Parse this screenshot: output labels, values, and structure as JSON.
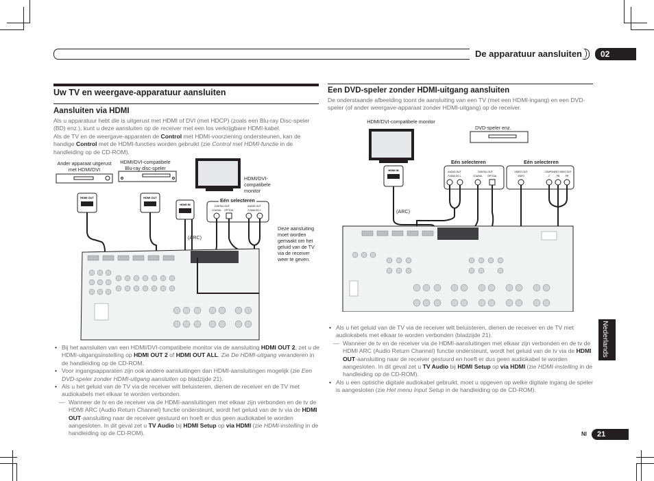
{
  "header": {
    "section_title": "De apparatuur aansluiten",
    "chapter_number": "02"
  },
  "left": {
    "title": "Uw TV en weergave-apparatuur aansluiten",
    "subtitle": "Aansluiten via HDMI",
    "intro_1": "Als u apparatuur hebt die is uitgerust met HDMI of DVI (met HDCP) (zoals een Blu-ray Disc-speler (BD) enz.), kunt u deze aansluiten op de receiver met een los verkrijgbare HDMI-kabel.",
    "intro_2a": "Als de TV en de weergave-apparaten de ",
    "intro_2b": "Control",
    "intro_2c": " met HDMI-voorziening ondersteunen, kan de handige ",
    "intro_2d": "Control",
    "intro_2e": " met de HDMI-functies worden gebruikt (zie ",
    "intro_2f": "Control met HDMI-functie",
    "intro_2g": " in de handleiding op de CD-ROM).",
    "diagram": {
      "device_1": "Ander apparaat uitgerust met HDMI/DVI",
      "device_2": "HDMI/DVI-compatibele Blu-ray disc-speler",
      "monitor": "HDMI/DVI-compatibele monitor",
      "select_one": "Eén selecteren",
      "arc": "(ARC)",
      "hdmi_out": "HDMI OUT",
      "hdmi_in": "HDMI IN",
      "digital_out": "DIGITAL OUT",
      "coaxial": "COAXIAL",
      "optical": "OPTICAL",
      "audio_out": "AUDIO OUT",
      "analog": "R ANALOG L",
      "note": "Deze aansluiting moet worden gemaakt om het geluid van de TV via de receiver weer te geven."
    },
    "bullets": {
      "b1a": "Bij het aansluiten van een HDMI/DVI-compatibele monitor via de aansluiting ",
      "b1b": "HDMI OUT 2",
      "b1c": ", zet u de HDMI-uitgangsinstelling op ",
      "b1d": "HDMI OUT 2",
      "b1e": " of ",
      "b1f": "HDMI OUT ALL",
      "b1g": ". Zie ",
      "b1h": "De HDMI-uitgang veranderen",
      "b1i": " in de handleiding op de CD-ROM.",
      "b2a": "Voor ingangsapparaten zijn ook andere aansluitingen dan HDMI-aansluitingen mogelijk (zie ",
      "b2b": "Een DVD-speler zonder HDMI-uitgang aansluiten",
      "b2c": " op bladzijde 21).",
      "b3": "Als u het geluid van de TV via de receiver wilt beluisteren, dienen de receiver en de TV met audiokabels met elkaar te worden verbonden.",
      "d_dash": "—",
      "d1": "Wanneer de tv en de receiver via de HDMI-aansluitingen met elkaar zijn verbonden en de tv de HDMI ARC (Audio Return Channel) functie ondersteunt, wordt het geluid van de tv via de ",
      "d2": "HDMI OUT",
      "d3": "-aansluiting naar de receiver gestuurd en hoeft er dus geen audiokabel te worden aangesloten. In dit geval zet u ",
      "d4": "TV Audio",
      "d5": " bij ",
      "d6": "HDMI Setup",
      "d7": " op ",
      "d8": "via HDMI",
      "d9": " (zie ",
      "d10": "HDMI-instelling",
      "d11": " in de handleiding op de CD-ROM)."
    }
  },
  "right": {
    "title": "Een DVD-speler zonder HDMI-uitgang aansluiten",
    "intro": "De onderstaande afbeelding toont de aansluiting van een TV (met een HDMI-ingang) en een DVD-speler (of ander weergave-apparaat zonder HDMI-uitgang) op de receiver.",
    "diagram": {
      "monitor": "HDMI/DVI-compatibele monitor",
      "dvd": "DVD-speler enz.",
      "select_one_a": "Eén selecteren",
      "select_one_b": "Eén selecteren",
      "arc": "(ARC)",
      "hdmi_in": "HDMI IN",
      "audio_out": "AUDIO OUT",
      "analog": "R ANALOG L",
      "digital_out": "DIGITAL OUT",
      "coaxial": "COAXIAL",
      "optical": "OPTICAL",
      "video_out": "VIDEO OUT",
      "video": "VIDEO",
      "component": "COMPONENT VIDEO OUT",
      "comp_y": "Y",
      "comp_pb": "PB",
      "comp_pr": "PR"
    },
    "bullets": {
      "b1": "Als u het geluid van de TV via de receiver wilt beluisteren, dienen de receiver en de TV met audiokabels met elkaar te worden verbonden (bladzijde 21).",
      "d_dash": "—",
      "d1": "Wanneer de tv en de receiver via de HDMI-aansluitingen met elkaar zijn verbonden en de tv de HDMI ARC (Audio Return Channel) functie ondersteunt, wordt het geluid van de tv via de ",
      "d2": "HDMI OUT",
      "d3": "-aansluiting naar de receiver gestuurd en hoeft er dus geen audiokabel te worden aangesloten. In dit geval zet u ",
      "d4": "TV Audio",
      "d5": " bij ",
      "d6": "HDMI Setup",
      "d7": " op ",
      "d8": "via HDMI",
      "d9": " (zie ",
      "d10": "HDMI-instelling",
      "d11": " in de handleiding op de CD-ROM).",
      "b2a": "Als u een optische digitale audiokabel gebruikt, moet u opgeven op welke digitale ingang de speler is aangesloten (zie ",
      "b2b": "Het menu Input Setup",
      "b2c": " in de handleiding op de CD-ROM)."
    }
  },
  "side_tab": "Nederlands",
  "footer": {
    "lang_code": "Nl",
    "page_number": "21"
  }
}
